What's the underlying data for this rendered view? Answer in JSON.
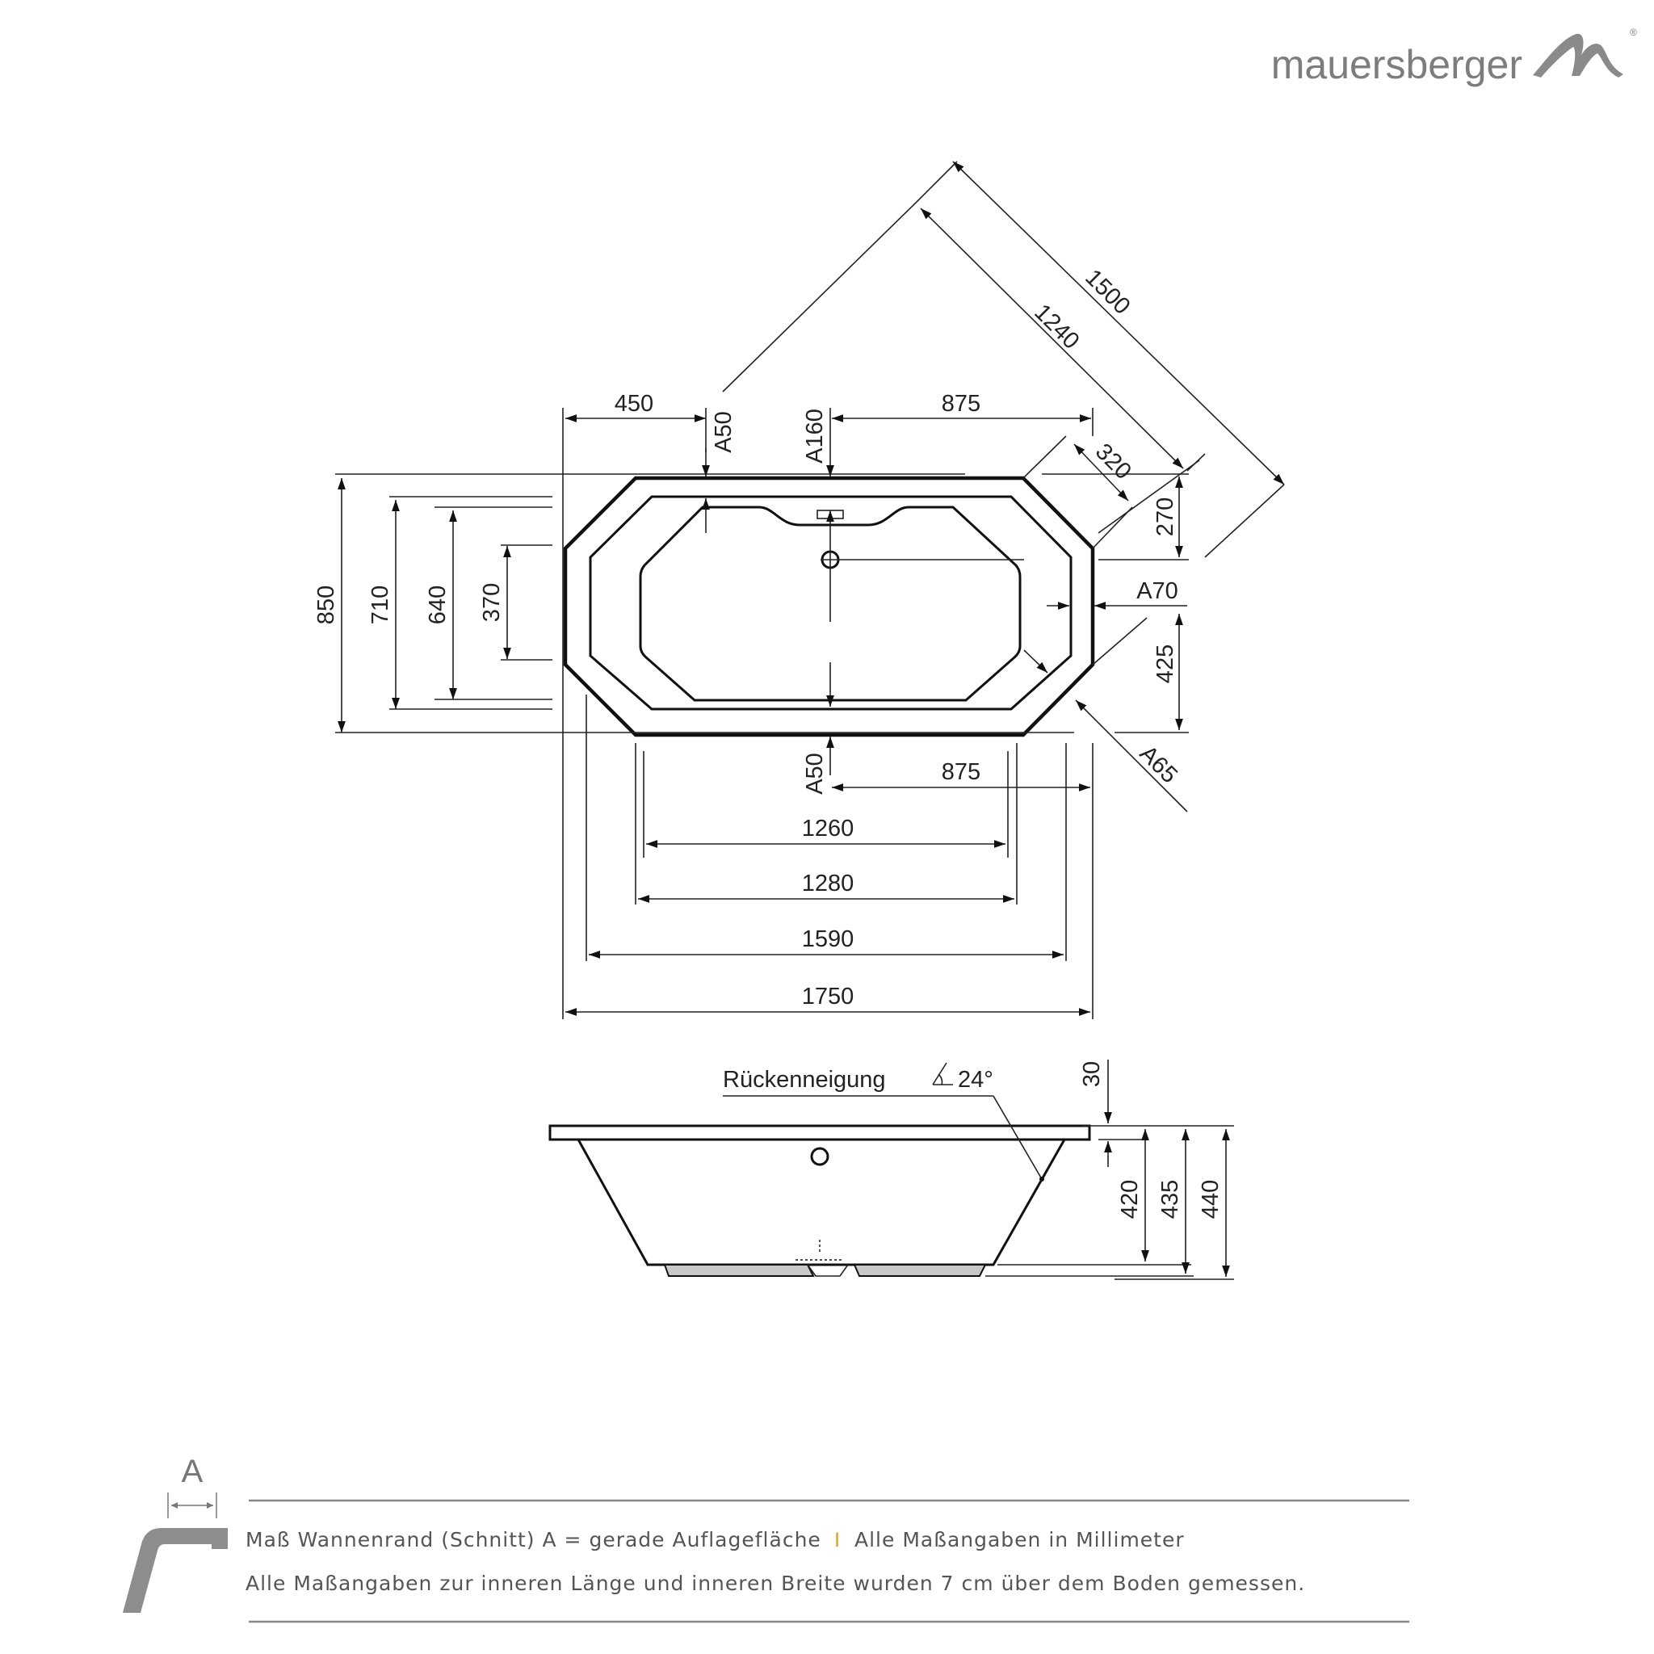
{
  "brand": {
    "name": "mauersberger",
    "registered": "®"
  },
  "top_view": {
    "overall_width": "1500",
    "inner_diagonal": "1240",
    "corner_left": "450",
    "rim_top_left": "A50",
    "drain_offset": "A160",
    "right_span_top": "875",
    "corner_chamfer": "320",
    "corner_height": "270",
    "rim_right": "A70",
    "right_height": "425",
    "rim_corner": "A65",
    "height_outer": "850",
    "height_710": "710",
    "height_640": "640",
    "height_370": "370",
    "rim_bottom": "A50",
    "right_span_bottom": "875",
    "length_1260": "1260",
    "length_1280": "1280",
    "length_1590": "1590",
    "length_1750": "1750"
  },
  "side_view": {
    "back_slope_label": "Rückenneigung",
    "back_slope_angle": "24°",
    "rim_thickness": "30",
    "depth_420": "420",
    "depth_435": "435",
    "depth_440": "440"
  },
  "legend": {
    "rim_letter": "A",
    "line1_a": "Maß Wannenrand (Schnitt) A = gerade Auflagefläche",
    "separator": "I",
    "line1_b": "Alle Maßangaben in Millimeter",
    "line2": "Alle Maßangaben zur inneren Länge und inneren Breite wurden 7 cm über dem Boden gemessen."
  },
  "colors": {
    "brand_gray": "#7d7d7d",
    "separator_accent": "#e0a020",
    "footer_text": "#555555",
    "rule": "#888888"
  }
}
